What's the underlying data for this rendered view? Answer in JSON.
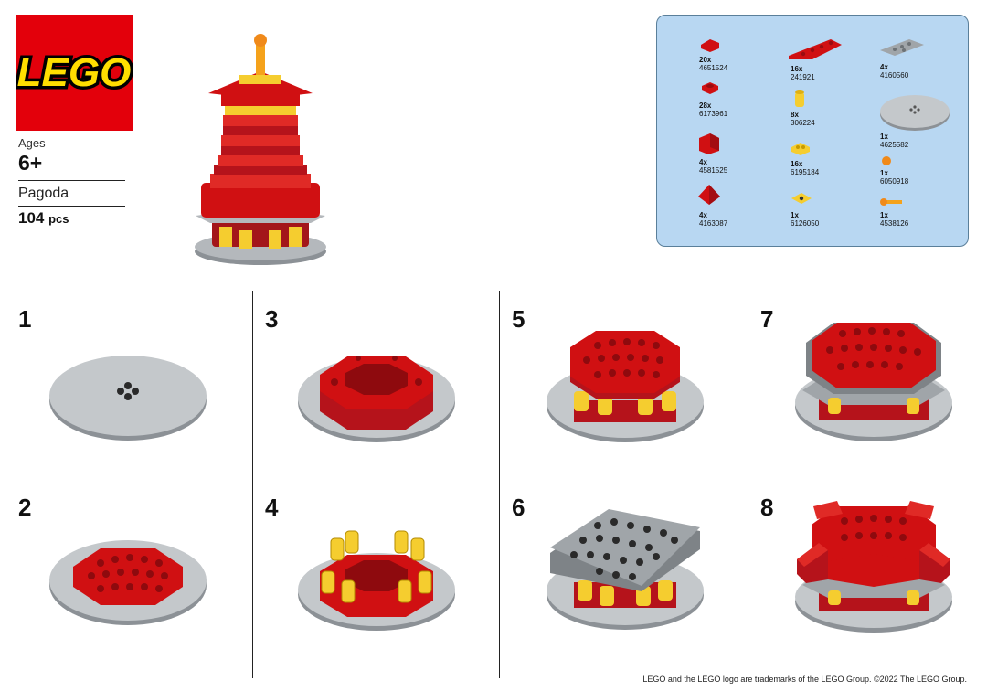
{
  "header": {
    "logo_text": "LEGO",
    "ages_label": "Ages",
    "ages_value": "6+",
    "set_name": "Pagoda",
    "piece_count": "104",
    "piece_unit": "pcs"
  },
  "parts": [
    {
      "qty": "20x",
      "id": "4651524"
    },
    {
      "qty": "28x",
      "id": "6173961"
    },
    {
      "qty": "4x",
      "id": "4581525"
    },
    {
      "qty": "4x",
      "id": "4163087"
    },
    {
      "qty": "16x",
      "id": "241921"
    },
    {
      "qty": "8x",
      "id": "306224"
    },
    {
      "qty": "16x",
      "id": "6195184"
    },
    {
      "qty": "1x",
      "id": "6126050"
    },
    {
      "qty": "4x",
      "id": "4160560"
    },
    {
      "qty": "1x",
      "id": "4625582"
    },
    {
      "qty": "1x",
      "id": "6050918"
    },
    {
      "qty": "1x",
      "id": "4538126"
    }
  ],
  "steps": [
    {
      "number": "1"
    },
    {
      "number": "2"
    },
    {
      "number": "3"
    },
    {
      "number": "4"
    },
    {
      "number": "5"
    },
    {
      "number": "6"
    },
    {
      "number": "7"
    },
    {
      "number": "8"
    }
  ],
  "footer": "LEGO and the LEGO logo are trademarks of the LEGO Group. ©2022 The LEGO Group.",
  "colors": {
    "lego_red": "#e3000b",
    "brick_red": "#d01012",
    "brick_yellow": "#f5cd2f",
    "base_gray": "#a0a5a9",
    "panel_blue": "#b8d7f2"
  }
}
